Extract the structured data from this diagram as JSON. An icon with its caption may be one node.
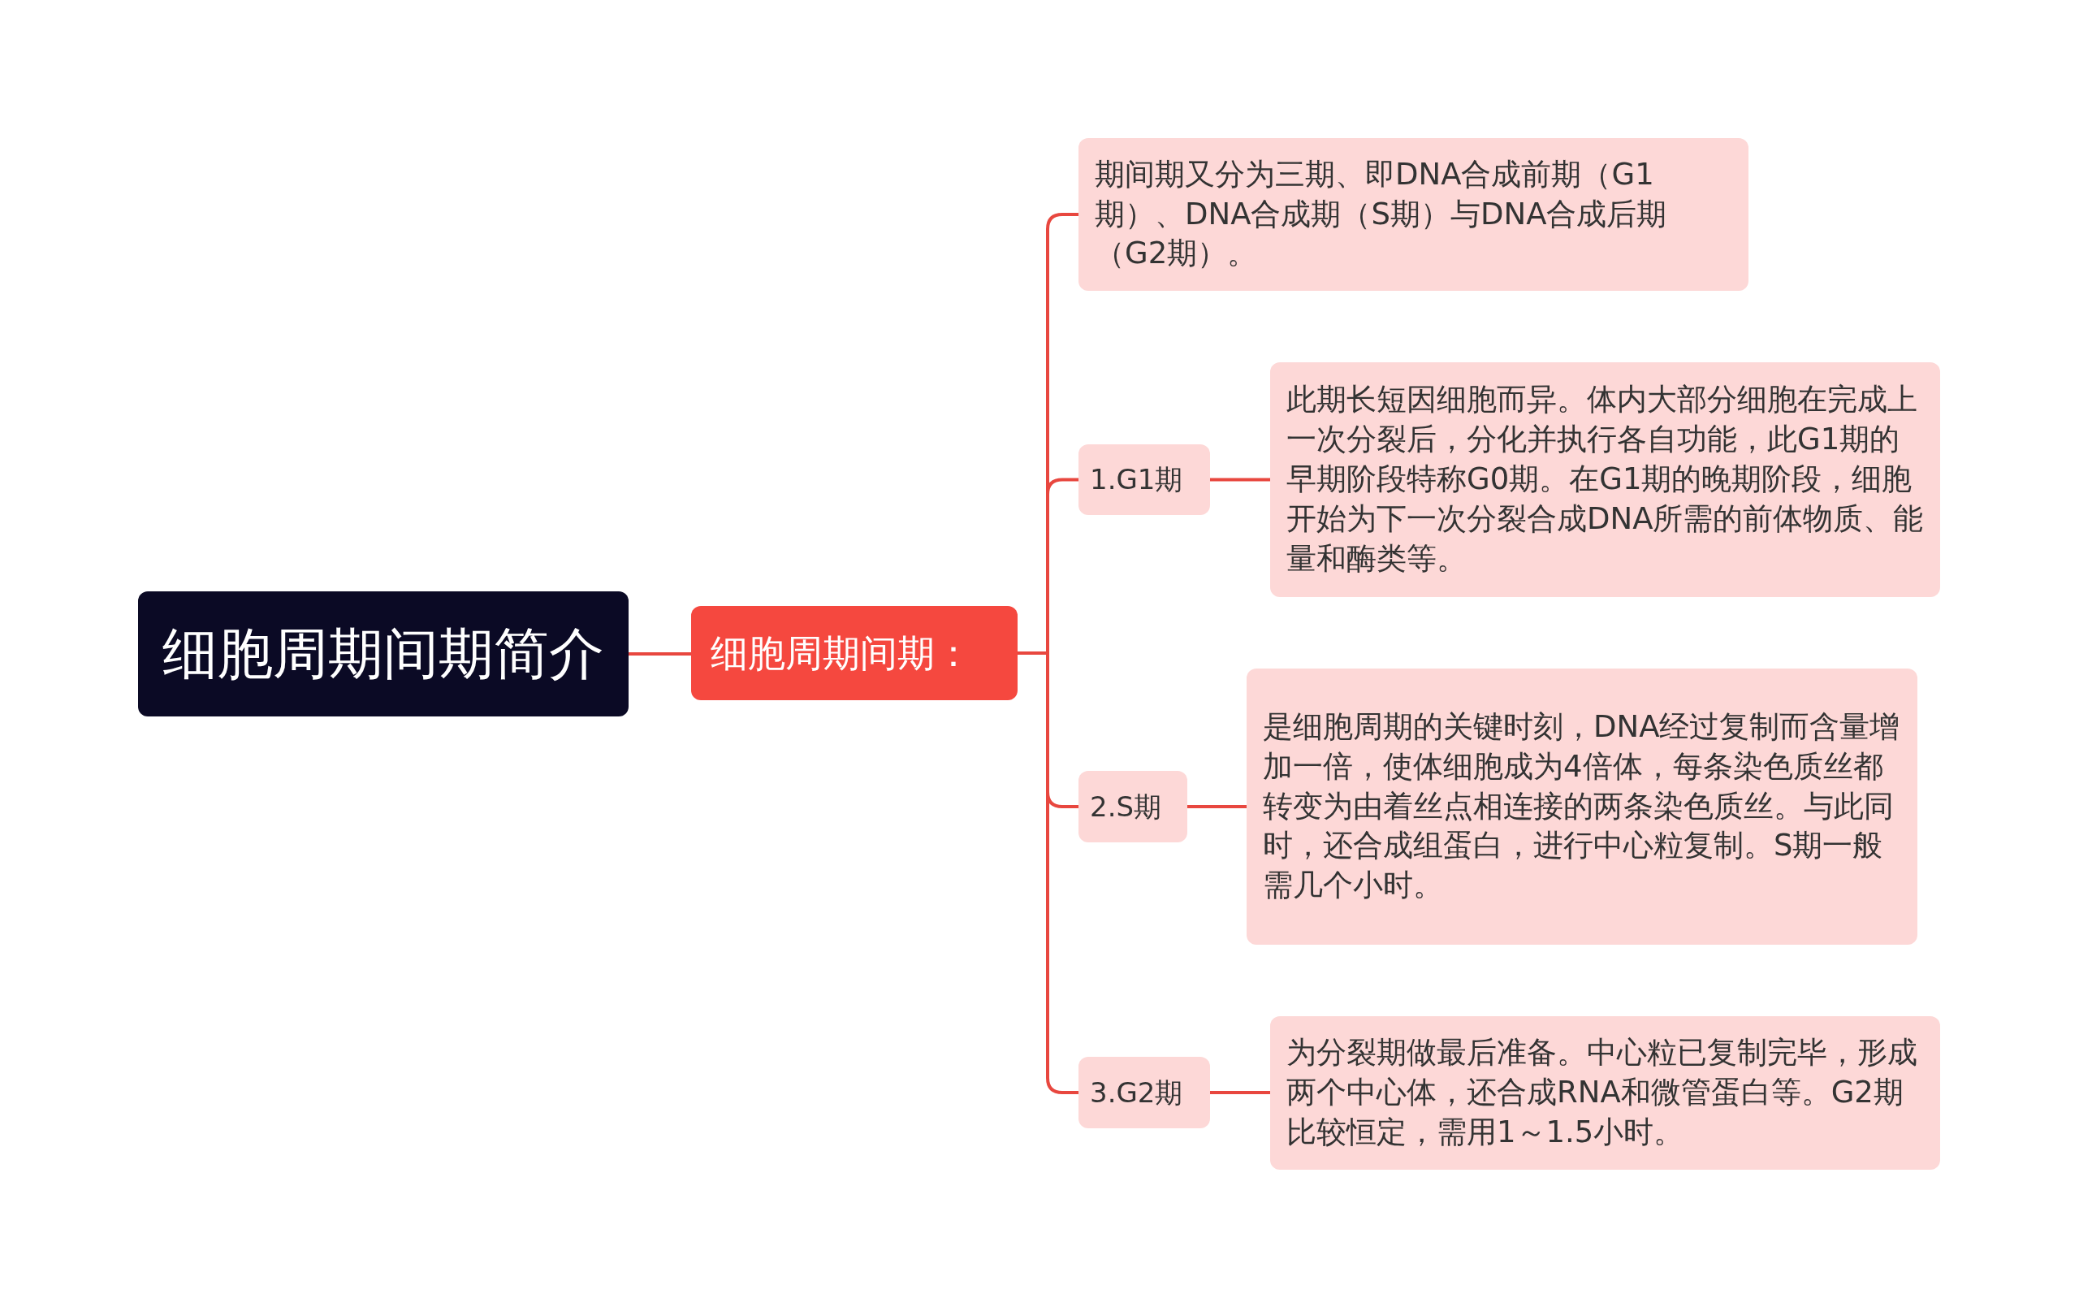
{
  "diagram": {
    "nodes": [
      {
        "text": [
          "细胞周期间期简介"
        ]
      },
      {
        "text": [
          "细胞周期间期："
        ]
      },
      {
        "text": [
          "期间期又分为三期、即DNA合成前期（G1期）、DNA合成期（S期）与DNA合成后期（G2期）。"
        ]
      },
      {
        "text": [
          "1.G1期"
        ]
      },
      {
        "text": [
          "此期长短因细胞而异。体内大部分细胞在完成上一次分裂后，分化并执行各自功能，此G1期的早期阶段特称G0期。在G1期的晚期阶段，细胞开始为下一次分裂合成DNA所需的前体物质、能量和酶类等。"
        ]
      },
      {
        "text": [
          "2.S期"
        ]
      },
      {
        "text": [
          "是细胞周期的关键时刻，DNA经过复制而含量增加一倍，使体细胞成为4倍体，每条染色质丝都转变为由着丝点相连接的两条染色质丝。与此同时，还合成组蛋白，进行中心粒复制。S期一般需几个小时。"
        ]
      },
      {
        "text": [
          "3.G2期"
        ]
      },
      {
        "text": [
          "为分裂期做最后准备。中心粒已复制完毕，形成两个中心体，还合成RNA和微管蛋白等。G2期比较恒定，需用1～1.5小时。"
        ]
      }
    ],
    "edges": [
      {
        "from": 0,
        "to": 1,
        "arrow": "none"
      },
      {
        "from": 1,
        "to": 2,
        "arrow": "none"
      },
      {
        "from": 1,
        "to": 3,
        "arrow": "none"
      },
      {
        "from": 1,
        "to": 5,
        "arrow": "none"
      },
      {
        "from": 1,
        "to": 7,
        "arrow": "none"
      },
      {
        "from": 3,
        "to": 4,
        "arrow": "none"
      },
      {
        "from": 5,
        "to": 6,
        "arrow": "none"
      },
      {
        "from": 7,
        "to": 8,
        "arrow": "none"
      }
    ]
  }
}
